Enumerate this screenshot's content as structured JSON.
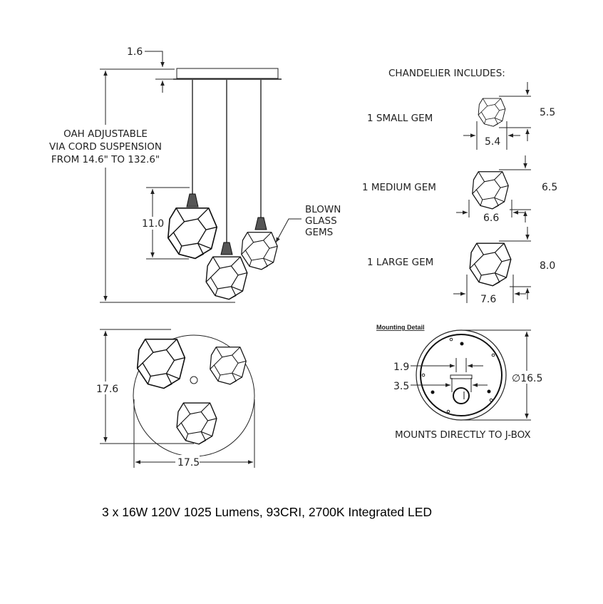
{
  "side_view": {
    "canopy_height": "1.6",
    "oah_lines": [
      "OAH ADJUSTABLE",
      "VIA CORD SUSPENSION",
      "FROM 14.6\" TO 132.6\""
    ],
    "gem_height": "11.0",
    "callout_lines": [
      "BLOWN",
      "GLASS",
      "GEMS"
    ]
  },
  "includes": {
    "title": "CHANDELIER INCLUDES:",
    "items": [
      {
        "label": "1 SMALL GEM",
        "height": "5.5",
        "width": "5.4"
      },
      {
        "label": "1 MEDIUM GEM",
        "height": "6.5",
        "width": "6.6"
      },
      {
        "label": "1 LARGE GEM",
        "height": "8.0",
        "width": "7.6"
      }
    ]
  },
  "top_view": {
    "depth": "17.6",
    "width": "17.5"
  },
  "mounting": {
    "title": "Mounting Detail",
    "dim_a": "1.9",
    "dim_b": "3.5",
    "diameter": "∅16.5",
    "caption": "MOUNTS DIRECTLY TO J-BOX"
  },
  "spec_line": "3 x 16W 120V 1025 Lumens, 93CRI, 2700K Integrated LED"
}
